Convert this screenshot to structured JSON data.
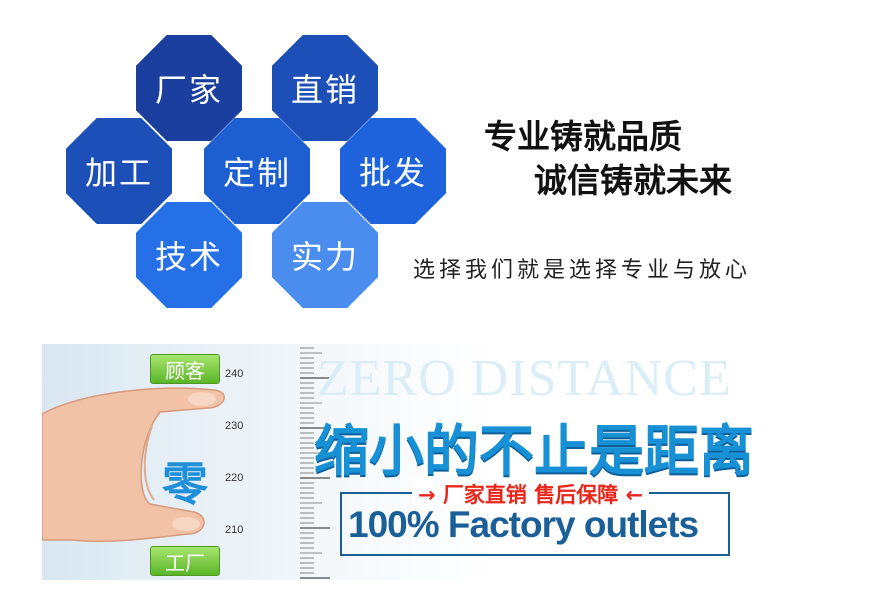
{
  "colors": {
    "dark_blue": "#1a3f9e",
    "mid_blue": "#1d5fd1",
    "light_blue": "#3f85ea",
    "accent_blue": "#1790d6",
    "accent_red": "#e8261a",
    "badge_green": "#5bb52a"
  },
  "hexagons": {
    "changjia": "厂家",
    "zhixiao": "直销",
    "jiagong": "加工",
    "dingzhi": "定制",
    "pifa": "批发",
    "jishu": "技术",
    "shili": "实力"
  },
  "slogans": {
    "line1": "专业铸就品质",
    "line2": "诚信铸就未来",
    "sub": "选择我们就是选择专业与放心"
  },
  "banner": {
    "badge_top": "顾客",
    "badge_bottom": "工厂",
    "zero": "零",
    "ruler_ticks": [
      "240",
      "230",
      "220",
      "210"
    ],
    "ghost_text": "ZERO DISTANCE",
    "headline": "缩小的不止是距离",
    "red_line": "厂家直销 售后保障",
    "factory_line": "100% Factory outlets"
  }
}
